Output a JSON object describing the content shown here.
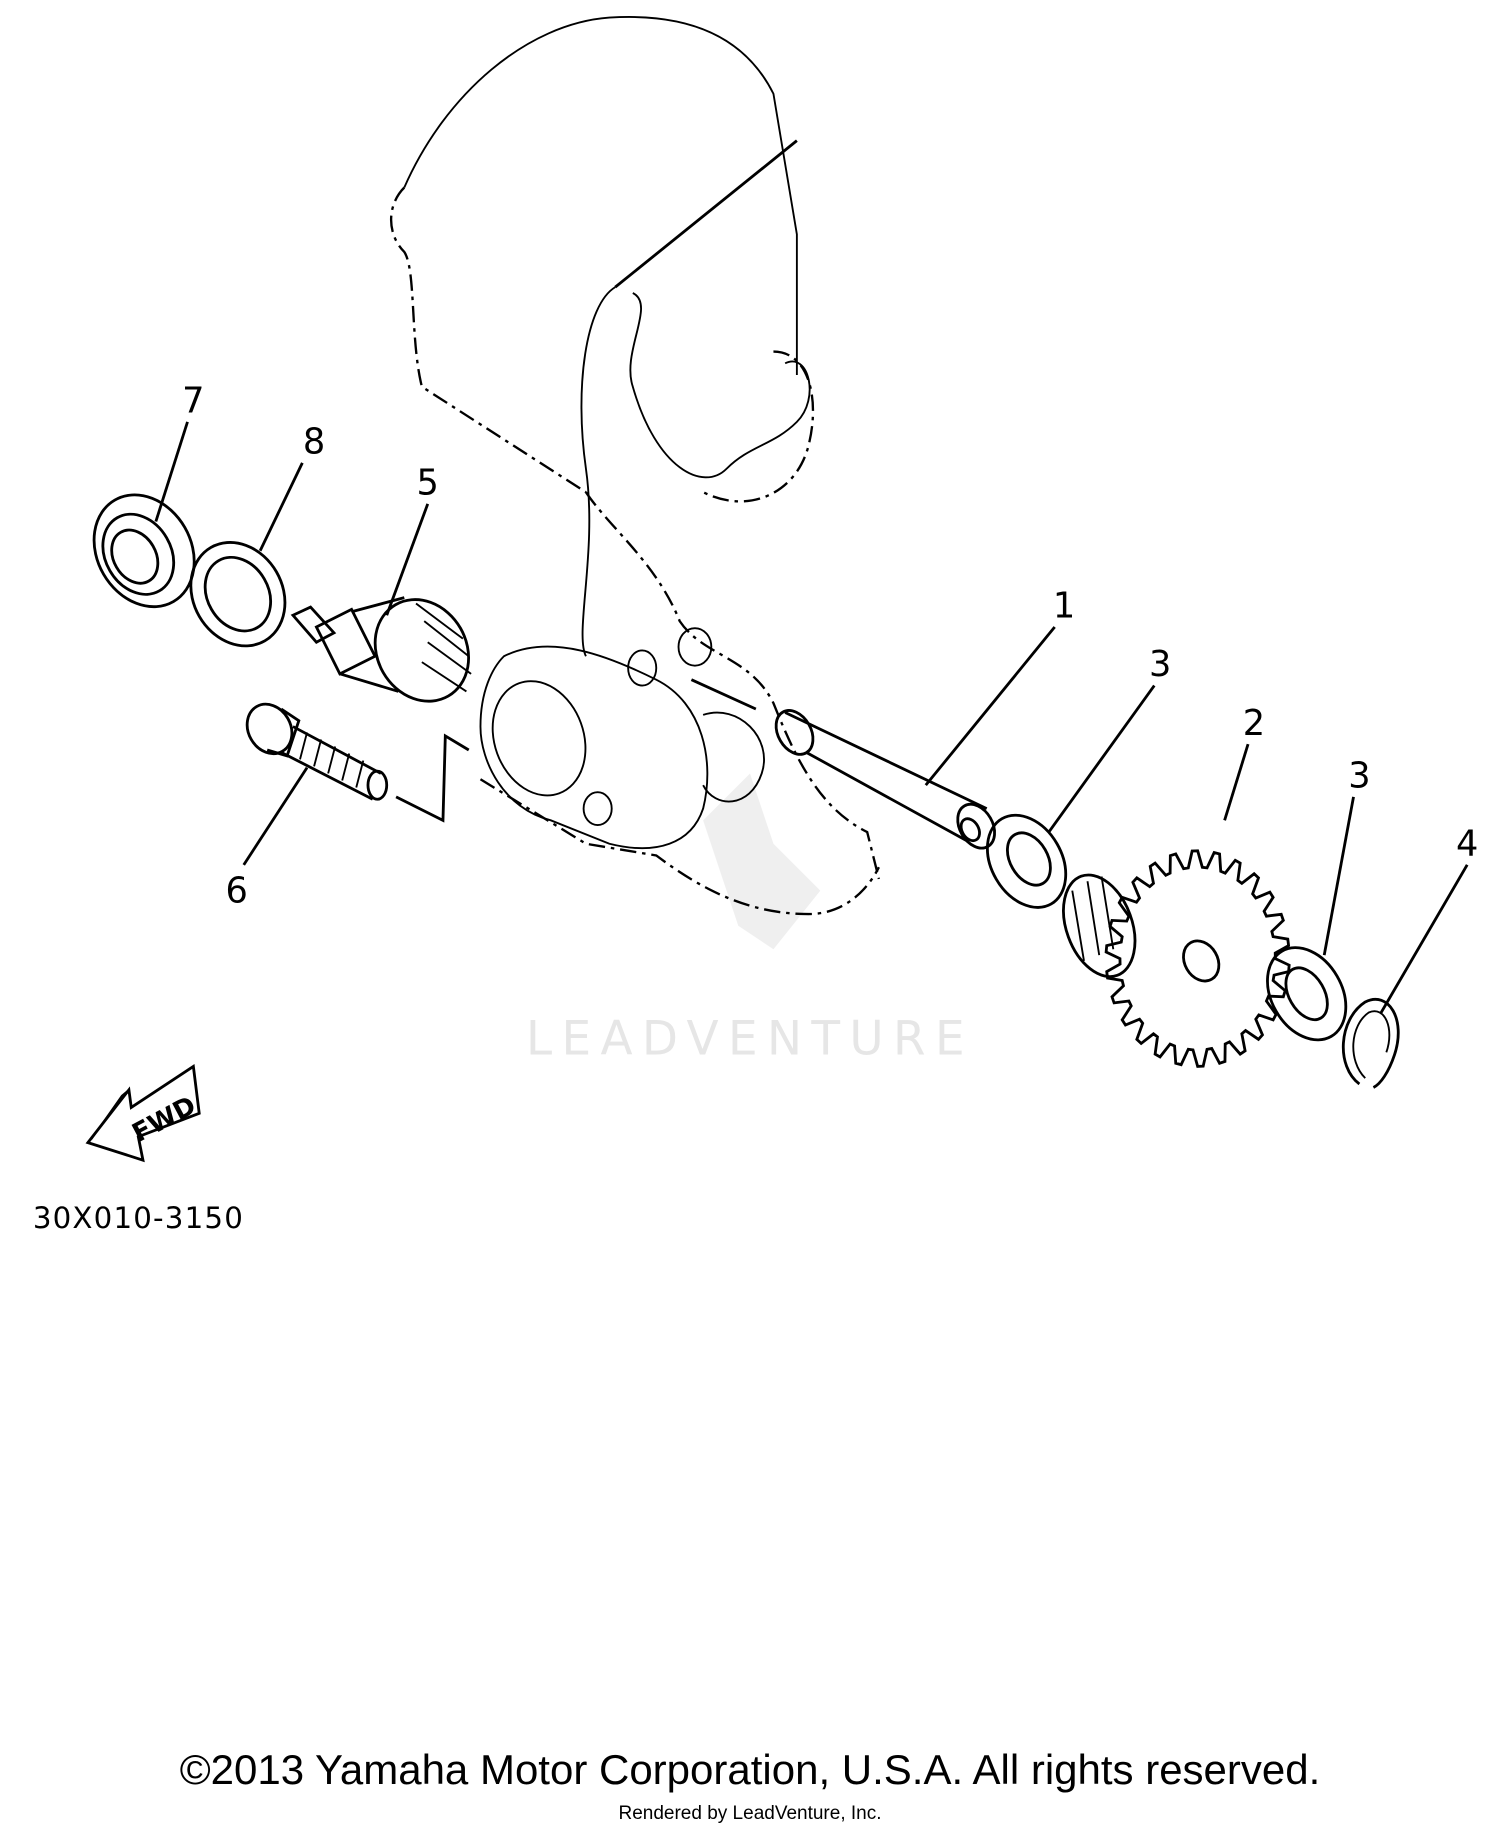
{
  "diagram": {
    "part_callouts": [
      {
        "id": "callout-7",
        "label": "7"
      },
      {
        "id": "callout-8",
        "label": "8"
      },
      {
        "id": "callout-5",
        "label": "5"
      },
      {
        "id": "callout-1",
        "label": "1"
      },
      {
        "id": "callout-3a",
        "label": "3"
      },
      {
        "id": "callout-2",
        "label": "2"
      },
      {
        "id": "callout-3b",
        "label": "3"
      },
      {
        "id": "callout-4",
        "label": "4"
      },
      {
        "id": "callout-6",
        "label": "6"
      }
    ],
    "direction_arrow": "FWD",
    "diagram_code": "30X010-3150",
    "watermark": "LEADVENTURE"
  },
  "footer": {
    "copyright": "©2013 Yamaha Motor Corporation, U.S.A. All rights reserved.",
    "rendered_by": "Rendered by LeadVenture, Inc."
  }
}
